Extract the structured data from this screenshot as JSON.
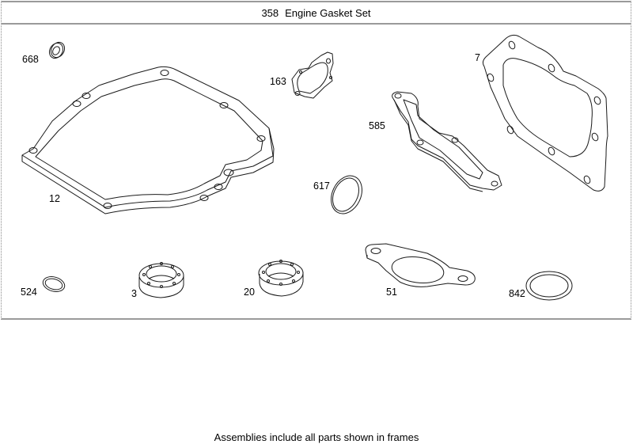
{
  "header": {
    "assembly_number": "358",
    "assembly_title": "Engine Gasket Set"
  },
  "parts": [
    {
      "ref": "668",
      "shape": "small-seal-ring"
    },
    {
      "ref": "12",
      "shape": "crankcase-gasket"
    },
    {
      "ref": "163",
      "shape": "carburetor-gasket"
    },
    {
      "ref": "585",
      "shape": "breather-gasket"
    },
    {
      "ref": "7",
      "shape": "cylinder-head-gasket"
    },
    {
      "ref": "617",
      "shape": "o-ring"
    },
    {
      "ref": "524",
      "shape": "o-ring-small"
    },
    {
      "ref": "3",
      "shape": "oil-seal"
    },
    {
      "ref": "20",
      "shape": "oil-seal"
    },
    {
      "ref": "51",
      "shape": "exhaust-gasket"
    },
    {
      "ref": "842",
      "shape": "o-ring"
    }
  ],
  "footer": {
    "note": "Assemblies include all parts shown in frames"
  },
  "colors": {
    "frame_border": "#9a9a9a",
    "line_art": "#1a1a1a",
    "background": "#ffffff"
  }
}
